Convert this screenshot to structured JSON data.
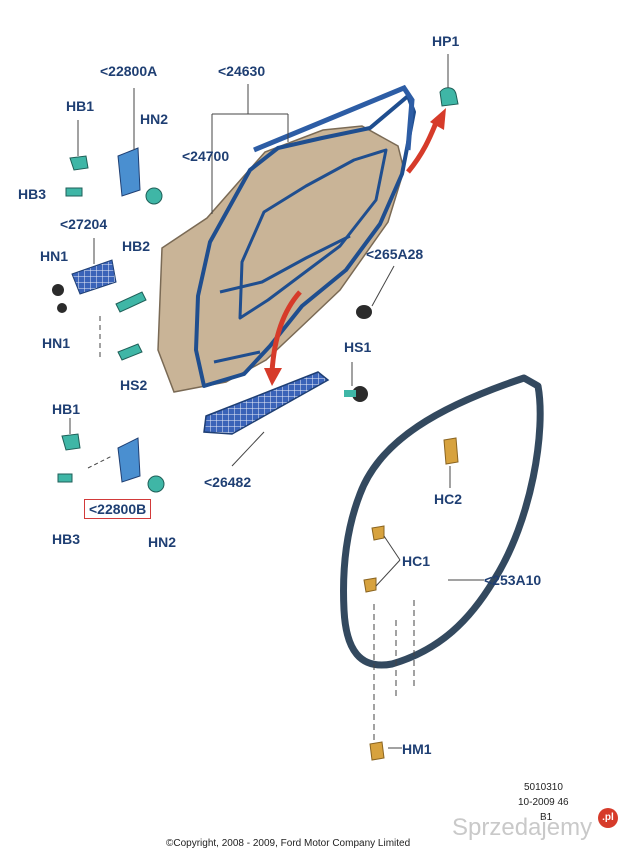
{
  "labels": {
    "hp1": "HP1",
    "p22800a": "<22800A",
    "p24630": "<24630",
    "hb1_top": "HB1",
    "hn2_top": "HN2",
    "p24700": "<24700",
    "hb3_top": "HB3",
    "p27204": "<27204",
    "hb2": "HB2",
    "hn1_top": "HN1",
    "p265a28": "<265A28",
    "hn1_bottom": "HN1",
    "hs1": "HS1",
    "hs2": "HS2",
    "hb1_bottom": "HB1",
    "p26482": "<26482",
    "p22800b": "<22800B",
    "hc2": "HC2",
    "hb3_bottom": "HB3",
    "hn2_bottom": "HN2",
    "hc1": "HC1",
    "p253a10": "<253A10",
    "hm1": "HM1"
  },
  "footer": {
    "code": "5010310",
    "date": "10-2009 46",
    "page": "B1",
    "copyright": "©Copyright, 2008 - 2009, Ford Motor Company Limited"
  },
  "watermark": {
    "text": "Sprzedajemy",
    "badge": ".pl"
  },
  "colors": {
    "label": "#1f3f73",
    "door_skin": "#c9b497",
    "frame_blue": "#1f4e8f",
    "part_cyan": "#3fb6a6",
    "arrow_red": "#d63b2a",
    "clip_gold": "#d7a23e"
  }
}
